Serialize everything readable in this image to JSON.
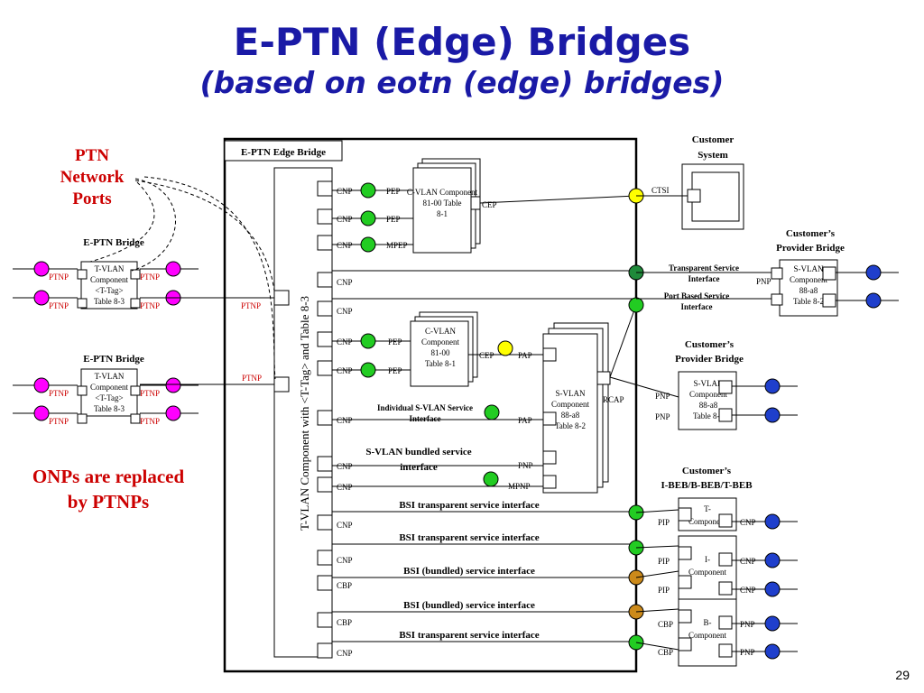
{
  "slide": {
    "title": "E-PTN (Edge) Bridges",
    "subtitle": "(based on eotn (edge) bridges)",
    "page_number": "29"
  },
  "annotations": {
    "ptn_ports": "PTN Network Ports",
    "onps": "ONPs are replaced by PTNPs"
  },
  "labels": {
    "edge_bridge": "E-PTN Edge Bridge",
    "tvlan": "T-VLAN Component with <T-Tag> and Table 8-3",
    "eptn_bridge": "E-PTN Bridge",
    "tvlan_comp": "T-VLAN Component <T-Tag> Table 8-3",
    "cvlan": "C-VLAN Component 81-00 Table 8-1",
    "cvlan_side": "CEP",
    "svlan": "S-VLAN Component 88-a8 Table 8-2",
    "customer_system": "Customer System",
    "customers_pb": "Customer’s Provider Bridge",
    "customers_ibeb": "Customer’s I-BEB/B-BEB/T-BEB",
    "t_comp": "T- Component",
    "i_comp": "I- Component",
    "b_comp": "B- Component",
    "ctsi": "CTSI",
    "tsi": "Transparent Service Interface",
    "pbsi": "Port Based Service Interface",
    "isvlan": "Individual S-VLAN Service Interface",
    "svlan_bundled": "S-VLAN bundled service interface",
    "bsi_t": "BSI transparent service interface",
    "bsi_b": "BSI (bundled) service interface",
    "ptnp": "PTNP",
    "cnp": "CNP",
    "pep": "PEP",
    "mpep": "MPEP",
    "cep": "CEP",
    "pap": "PAP",
    "rcap": "RCAP",
    "mpnp": "MPNP",
    "pnp": "PNP",
    "cbp": "CBP",
    "pip": "PIP"
  },
  "colors": {
    "title": "#1a1aa6",
    "red": "#cc0000",
    "green": "#22cc22",
    "yellow": "#ffff00",
    "darkgreen": "#1f8a3a",
    "brown": "#cc8a1a",
    "blue": "#1f3fcc",
    "magenta": "#ff00ff"
  }
}
